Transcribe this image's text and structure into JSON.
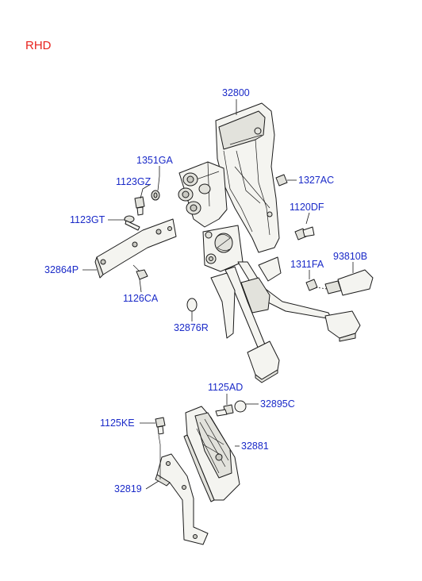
{
  "diagram": {
    "region": "RHD",
    "labels": {
      "p32800": "32800",
      "p1351GA": "1351GA",
      "p1123GZ": "1123GZ",
      "p1327AC": "1327AC",
      "p1123GT": "1123GT",
      "p1120DF": "1120DF",
      "p93810B": "93810B",
      "p1311FA": "1311FA",
      "p32864P": "32864P",
      "p1126CA": "1126CA",
      "p32876R": "32876R",
      "p1125AD": "1125AD",
      "p32895C": "32895C",
      "p1125KE": "1125KE",
      "p32881": "32881",
      "p32819": "32819"
    }
  }
}
